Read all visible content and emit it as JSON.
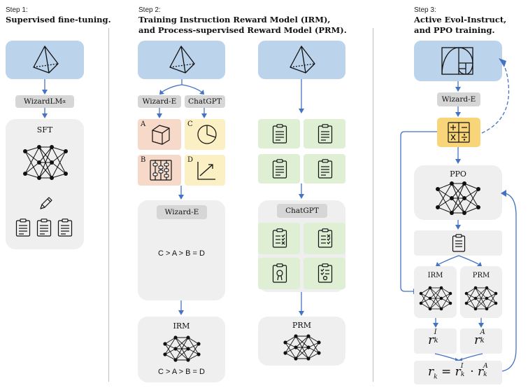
{
  "step1": {
    "step": "Step 1:",
    "title": "Supervised fine-tuning.",
    "model_label": "WizardLM",
    "model_sup": "α",
    "sft_label": "SFT"
  },
  "step2": {
    "step": "Step 2:",
    "title_line1": "Training Instruction Reward Model (IRM),",
    "title_line2": "and Process-supervised Reward Model (PRM).",
    "wizard_e": "Wizard-E",
    "chatgpt": "ChatGPT",
    "tile_letters": [
      "A",
      "C",
      "B",
      "D"
    ],
    "panel_wizard_e": "Wizard-E",
    "ranking": "C > A > B = D",
    "irm_label": "IRM",
    "irm_ranking": "C > A > B = D",
    "panel_chatgpt": "ChatGPT",
    "prm_label": "PRM"
  },
  "step3": {
    "step": "Step 3:",
    "title_line1": "Active Evol-Instruct,",
    "title_line2": "and PPO training.",
    "wizard_e": "Wizard-E",
    "ppo": "PPO",
    "irm": "IRM",
    "prm": "PRM",
    "r_i": "r",
    "r_a": "r",
    "formula_lhs": "r",
    "formula_eq": " = ",
    "formula_dot": " · "
  },
  "colors": {
    "blue": "#bcd3ec",
    "arrow": "#4472c4",
    "gray": "#efefef",
    "green": "#deefd4",
    "orange": "#f6d9c8",
    "yellow": "#fbefc4",
    "calc": "#f9d57a"
  },
  "icons": [
    "pyramid-icon",
    "golden-spiral-icon",
    "calculator-icon",
    "neural-net-icon",
    "clipboard-icon",
    "pencil-icon",
    "cube-icon",
    "pie-chart-icon",
    "abacus-icon",
    "line-chart-icon"
  ]
}
